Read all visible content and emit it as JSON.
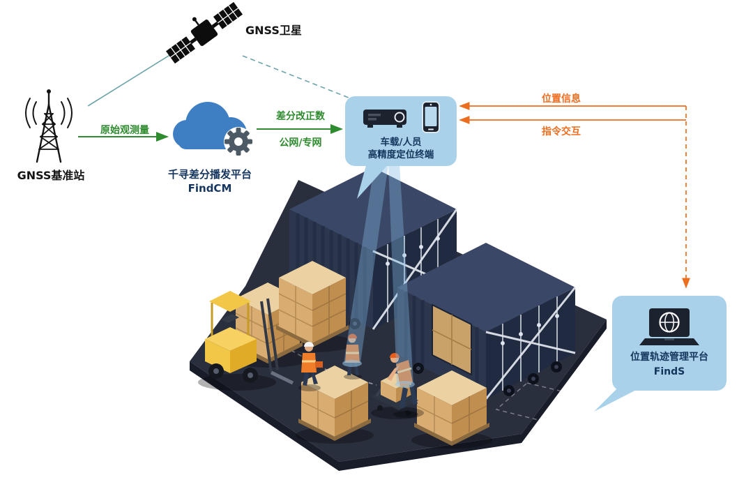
{
  "nodes": {
    "satellite": {
      "label": "GNSS卫星"
    },
    "base_station": {
      "label": "GNSS基准站"
    },
    "cloud_platform": {
      "name": "千寻差分播发平台",
      "product": "FindCM"
    },
    "terminal": {
      "line1": "车载/人员",
      "line2": "高精度定位终端"
    },
    "trajectory_platform": {
      "name": "位置轨迹管理平台",
      "product": "FindS"
    }
  },
  "edges": {
    "raw_observation": {
      "label": "原始观测量",
      "color": "#2e8b2e",
      "style": "solid-arrow"
    },
    "differential_correction": {
      "label_top": "差分改正数",
      "label_bottom": "公网/专网",
      "color": "#2e8b2e",
      "style": "solid-arrow"
    },
    "location_info": {
      "label": "位置信息",
      "color": "#ed6d1f",
      "style": "solid"
    },
    "command_interaction": {
      "label": "指令交互",
      "color": "#ed6d1f",
      "style": "solid-arrow-left"
    },
    "station_to_satellite": {
      "label": "",
      "color": "#6ba3a8",
      "style": "solid"
    },
    "satellite_to_terminal": {
      "label": "",
      "color": "#6ba3a8",
      "style": "dashed"
    },
    "terminal_to_platform": {
      "label": "",
      "color": "#ed6d1f",
      "style": "dashed-arrow-down"
    }
  },
  "icons": {
    "satellite": "satellite-icon",
    "base_station": "radio-tower-icon",
    "cloud": "cloud-icon",
    "gear": "gear-icon",
    "receiver": "receiver-device-icon",
    "smartphone": "smartphone-icon",
    "laptop_globe": "laptop-globe-icon"
  },
  "colors": {
    "bubble_fill": "#a9d2ea",
    "navy_text": "#14365c",
    "green": "#2e8b2e",
    "orange": "#ed6d1f",
    "teal_line": "#6ba3a8",
    "cloud_blue": "#3e7fc4",
    "container_navy": "#2c374e",
    "box_tan": "#d9ad72",
    "forklift_yellow": "#f0bf3e"
  }
}
